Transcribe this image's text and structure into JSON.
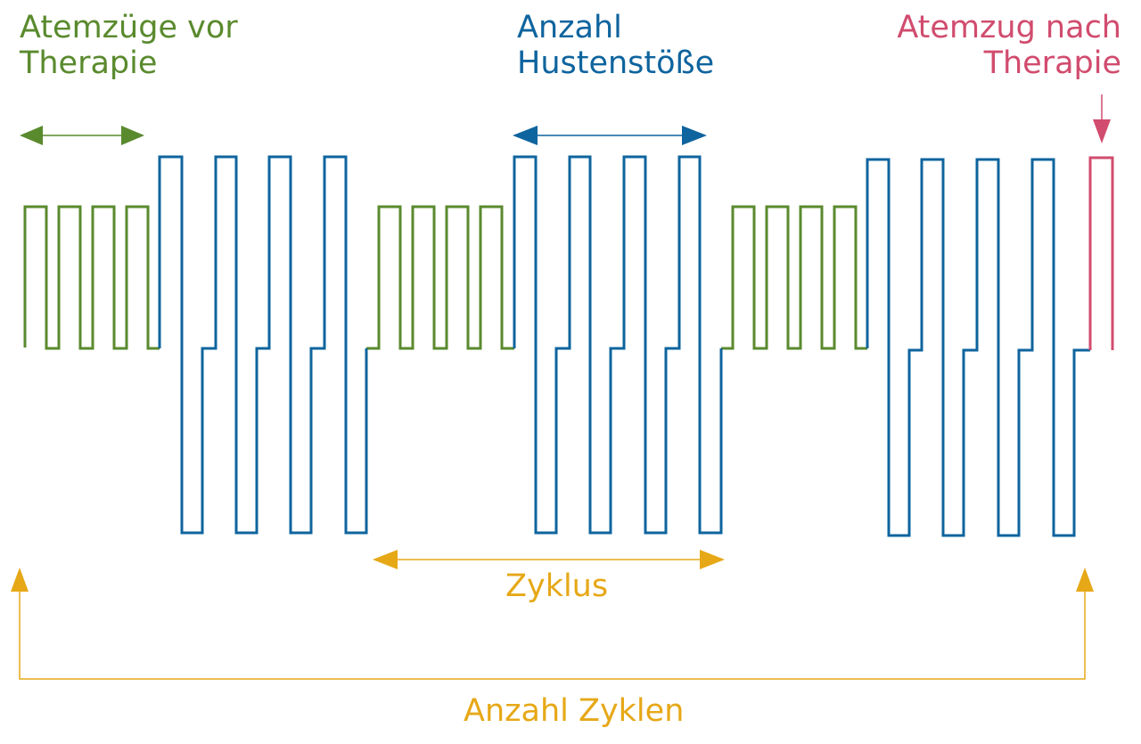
{
  "labels": {
    "pre_therapy": [
      "Atemzüge vor",
      "Therapie"
    ],
    "coughs": [
      "Anzahl",
      "Hustenstöße"
    ],
    "post_therapy": [
      "Atemzug nach",
      "Therapie"
    ],
    "cycle": "Zyklus",
    "cycles": "Anzahl Zyklen"
  },
  "colors": {
    "breath": "#5a8a2e",
    "cough": "#0e649e",
    "post": "#d14c6e",
    "cycle": "#e6a817"
  }
}
